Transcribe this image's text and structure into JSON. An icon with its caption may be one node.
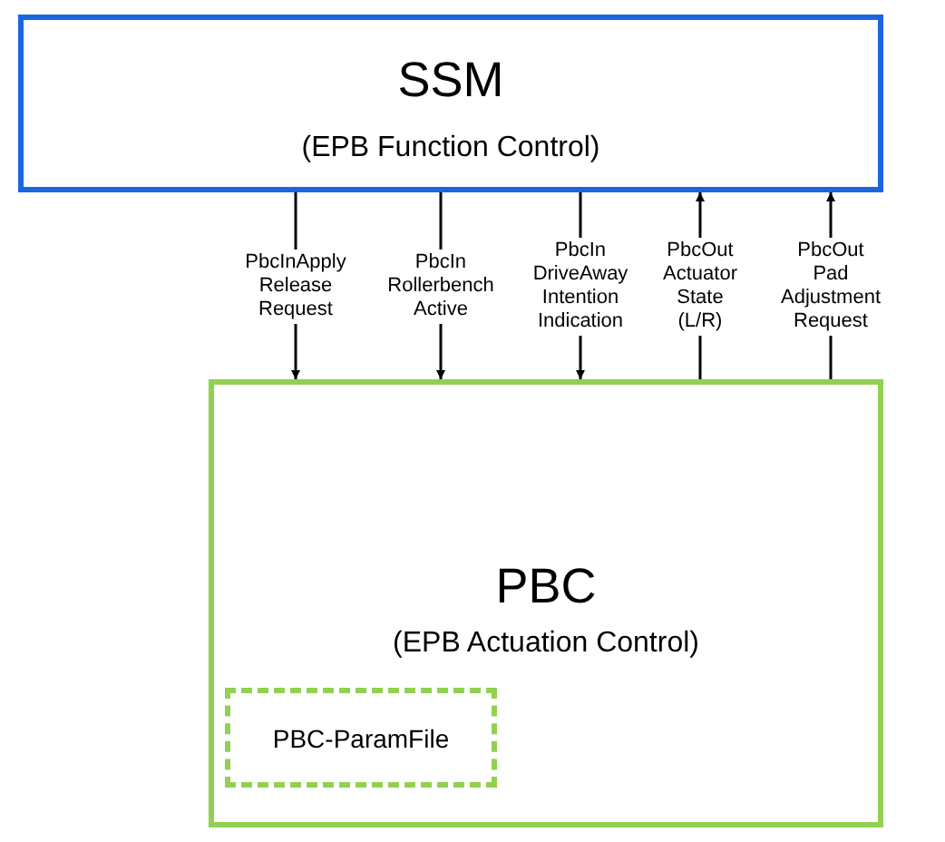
{
  "diagram": {
    "nodes": [
      {
        "text": [
          "SSM",
          "(EPB Function Control)"
        ]
      },
      {
        "text": [
          "PBC",
          "(EPB Actuation Control)"
        ]
      },
      {
        "text": [
          "PBC-ParamFile"
        ],
        "in": 1
      }
    ],
    "edges": [
      {
        "from": 0,
        "to": 1,
        "arrow": "to",
        "label": "PbcInApply Release Request"
      },
      {
        "from": 0,
        "to": 1,
        "arrow": "to",
        "label": "PbcIn Rollerbench Active"
      },
      {
        "from": 0,
        "to": 1,
        "arrow": "to",
        "label": "PbcIn DriveAway Intention Indication"
      },
      {
        "from": 1,
        "to": 0,
        "arrow": "to",
        "label": "PbcOut Actuator State (L/R)"
      },
      {
        "from": 1,
        "to": 0,
        "arrow": "to",
        "label": "PbcOut Pad Adjustment Request"
      }
    ]
  }
}
